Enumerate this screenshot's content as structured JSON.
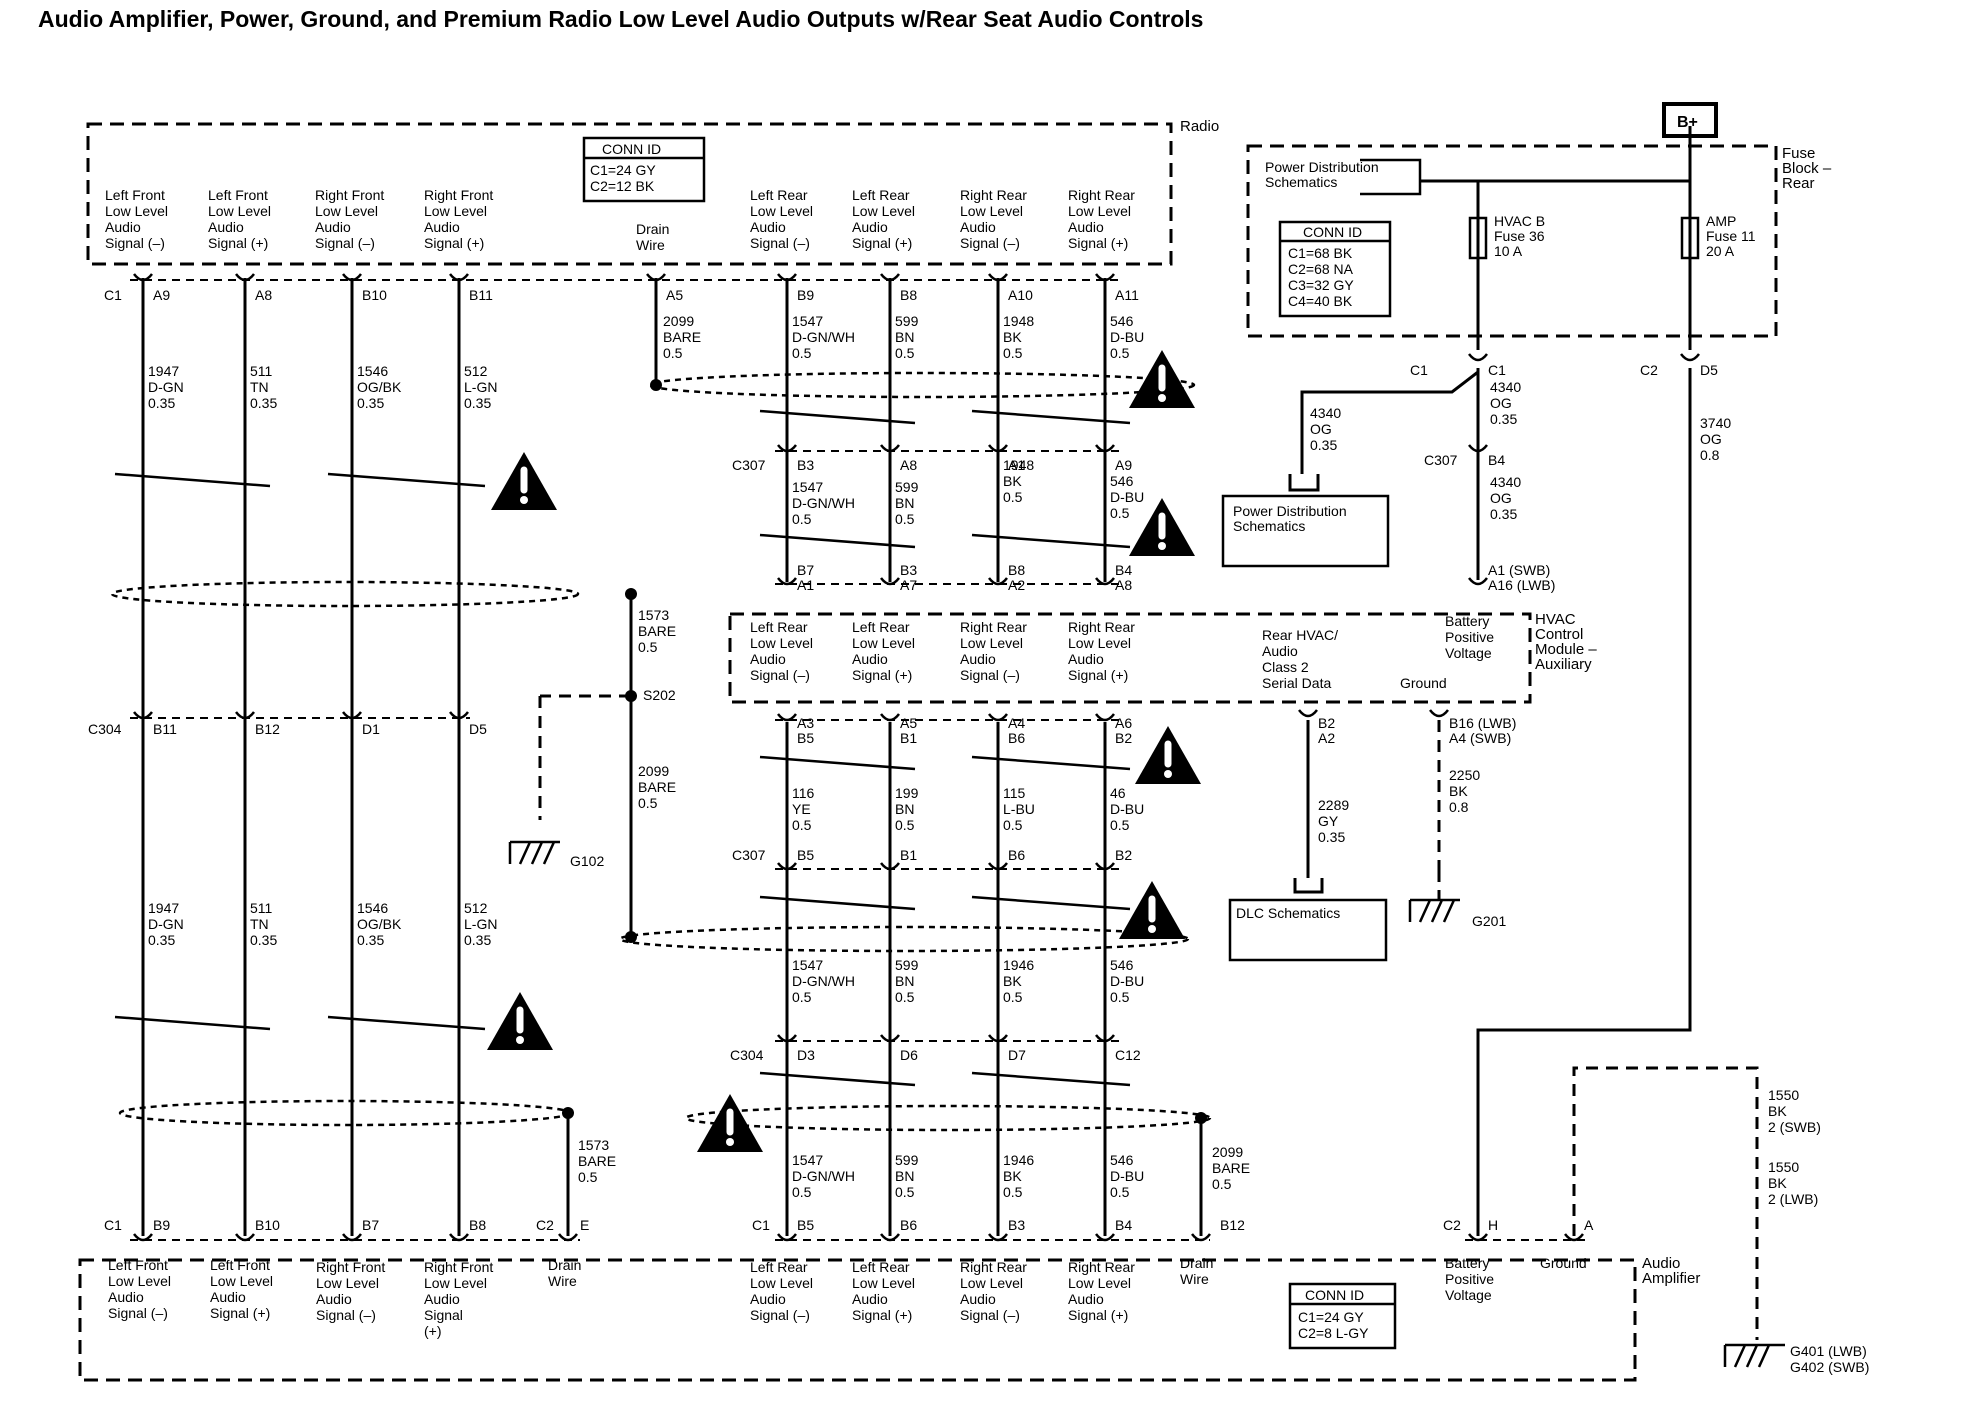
{
  "title": "Audio Amplifier, Power, Ground, and Premium Radio Low Level Audio Outputs w/Rear Seat Audio Controls",
  "modules": {
    "radio": "Radio",
    "fuse_block": [
      "Fuse",
      "Block –",
      "Rear"
    ],
    "hvac": [
      "HVAC",
      "Control",
      "Module –",
      "Auxiliary"
    ],
    "amplifier": [
      "Audio",
      "Amplifier"
    ]
  },
  "b_plus": "B+",
  "conn_ids": {
    "radio": {
      "title": "CONN ID",
      "lines": [
        "C1=24 GY",
        "C2=12 BK"
      ]
    },
    "fuse": {
      "title": "CONN ID",
      "lines": [
        "C1=68 BK",
        "C2=68 NA",
        "C3=32 GY",
        "C4=40 BK"
      ]
    },
    "amp": {
      "title": "CONN ID",
      "lines": [
        "C1=24 GY",
        "C2=8 L-GY"
      ]
    }
  },
  "signals": {
    "lf_minus": [
      "Left Front",
      "Low Level",
      "Audio",
      "Signal (–)"
    ],
    "lf_plus": [
      "Left Front",
      "Low Level",
      "Audio",
      "Signal (+)"
    ],
    "rf_minus": [
      "Right Front",
      "Low Level",
      "Audio",
      "Signal (–)"
    ],
    "rf_plus": [
      "Right Front",
      "Low Level",
      "Audio",
      "Signal (+)"
    ],
    "lr_minus": [
      "Left Rear",
      "Low Level",
      "Audio",
      "Signal (–)"
    ],
    "lr_plus": [
      "Left Rear",
      "Low Level",
      "Audio",
      "Signal (+)"
    ],
    "rr_minus": [
      "Right Rear",
      "Low Level",
      "Audio",
      "Signal (–)"
    ],
    "rr_plus": [
      "Right Rear",
      "Low Level",
      "Audio",
      "Signal (+)"
    ],
    "amp_rf_plus": [
      "Right Front",
      "Low Level",
      "Audio",
      "Signal",
      "(+)"
    ],
    "drain": [
      "Drain",
      "Wire"
    ],
    "rear_hvac": [
      "Rear HVAC/",
      "Audio",
      "Class 2",
      "Serial Data"
    ],
    "batt": [
      "Battery",
      "Positive",
      "Voltage"
    ],
    "ground": "Ground"
  },
  "power_dist": [
    "Power Distribution",
    "Schematics"
  ],
  "dlc": "DLC Schematics",
  "fuses": {
    "hvac": [
      "HVAC B",
      "Fuse 36",
      "10 A"
    ],
    "amp": [
      "AMP",
      "Fuse 11",
      "20 A"
    ]
  },
  "grounds": {
    "g102": "G102",
    "g201": "G201",
    "g401": "G401 (LWB)",
    "g402": "G402  (SWB)"
  },
  "splice": "S202",
  "conn_labels": {
    "c1": "C1",
    "c2": "C2",
    "c304": "C304",
    "c307": "C307"
  },
  "pins": {
    "radio": [
      "A9",
      "A8",
      "B10",
      "B11",
      "A5",
      "B9",
      "B8",
      "A10",
      "A11"
    ],
    "c307_top": [
      "B3",
      "A8",
      "A1",
      "A9"
    ],
    "hvac_in": [
      [
        "B7",
        "A1"
      ],
      [
        "B3",
        "A7"
      ],
      [
        "B8",
        "A2"
      ],
      [
        "B4",
        "A8"
      ]
    ],
    "hvac_out": [
      [
        "A3",
        "B5"
      ],
      [
        "A5",
        "B1"
      ],
      [
        "A4",
        "B6"
      ],
      [
        "A6",
        "B2"
      ]
    ],
    "c307_mid": [
      "B5",
      "B1",
      "B6",
      "B2"
    ],
    "c304_left": [
      "B11",
      "B12",
      "D1",
      "D5"
    ],
    "c304_right": [
      "D3",
      "D6",
      "D7",
      "C12"
    ],
    "amp_left": [
      "B9",
      "B10",
      "B7",
      "B8"
    ],
    "amp_e": "E",
    "amp_right": [
      "B5",
      "B6",
      "B3",
      "B4",
      "B12"
    ],
    "amp_h": "H",
    "amp_a": "A",
    "fuse_c1": "C1",
    "fuse_d5": "D5",
    "c307_b4": "B4",
    "hvac_a1": [
      "A1 (SWB)",
      "A16 (LWB)"
    ],
    "hvac_b2": [
      "B2",
      "A2"
    ],
    "hvac_b16": [
      "B16 (LWB)",
      "A4 (SWB)"
    ]
  },
  "wires": {
    "w1947": [
      "1947",
      "D-GN",
      "0.35"
    ],
    "w511": [
      "511",
      "TN",
      "0.35"
    ],
    "w1546": [
      "1546",
      "OG/BK",
      "0.35"
    ],
    "w512": [
      "512",
      "L-GN",
      "0.35"
    ],
    "w2099": [
      "2099",
      "BARE",
      "0.5"
    ],
    "w1547": [
      "1547",
      "D-GN/WH",
      "0.5"
    ],
    "w599": [
      "599",
      "BN",
      "0.5"
    ],
    "w1948": [
      "1948",
      "BK",
      "0.5"
    ],
    "w546": [
      "546",
      "D-BU",
      "0.5"
    ],
    "w1573": [
      "1573",
      "BARE",
      "0.5"
    ],
    "w116": [
      "116",
      "YE",
      "0.5"
    ],
    "w199": [
      "199",
      "BN",
      "0.5"
    ],
    "w115": [
      "115",
      "L-BU",
      "0.5"
    ],
    "w46": [
      "46",
      "D-BU",
      "0.5"
    ],
    "w1946": [
      "1946",
      "BK",
      "0.5"
    ],
    "w4340": [
      "4340",
      "OG",
      "0.35"
    ],
    "w3740": [
      "3740",
      "OG",
      "0.8"
    ],
    "w2289": [
      "2289",
      "GY",
      "0.35"
    ],
    "w2250": [
      "2250",
      "BK",
      "0.8"
    ],
    "w1550swb": [
      "1550",
      "BK",
      "2 (SWB)"
    ],
    "w1550lwb": [
      "1550",
      "BK",
      "2 (LWB)"
    ]
  }
}
